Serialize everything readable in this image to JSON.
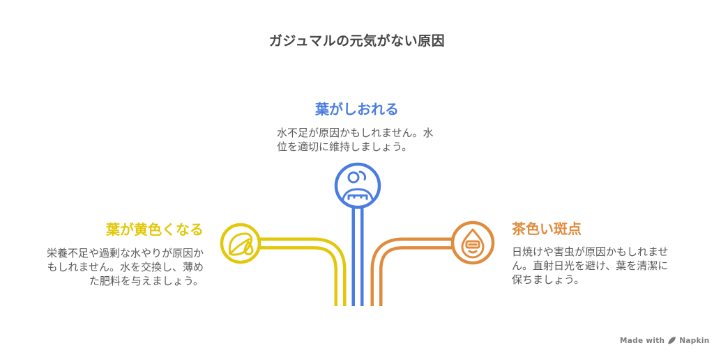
{
  "title": "ガジュマルの元気がない原因",
  "branches": [
    {
      "id": "wilting-leaves",
      "heading": "葉がしおれる",
      "body": "水不足が原因かもしれません。水位を適切に維持しましょう。",
      "color": "#4a7de0",
      "icon": "wilting-person-icon",
      "position": "top-center"
    },
    {
      "id": "yellowing-leaves",
      "heading": "葉が黄色くなる",
      "body": "栄養不足や過剰な水やりが原因かもしれません。水を交換し、薄めた肥料を与えましょう。",
      "color": "#e3c70a",
      "icon": "leaf-droplet-icon",
      "position": "left"
    },
    {
      "id": "brown-spots",
      "heading": "茶色い斑点",
      "body": "日焼けや害虫が原因かもしれません。直射日光を避け、葉を清潔に保ちましょう。",
      "color": "#e08c3e",
      "icon": "spotted-droplet-icon",
      "position": "right"
    }
  ],
  "colors": {
    "title": "#454545",
    "body_text": "#595959",
    "watermark": "#7b7b7b",
    "background": "#ffffff"
  },
  "watermark": {
    "prefix": "Made with",
    "brand": "Napkin"
  }
}
